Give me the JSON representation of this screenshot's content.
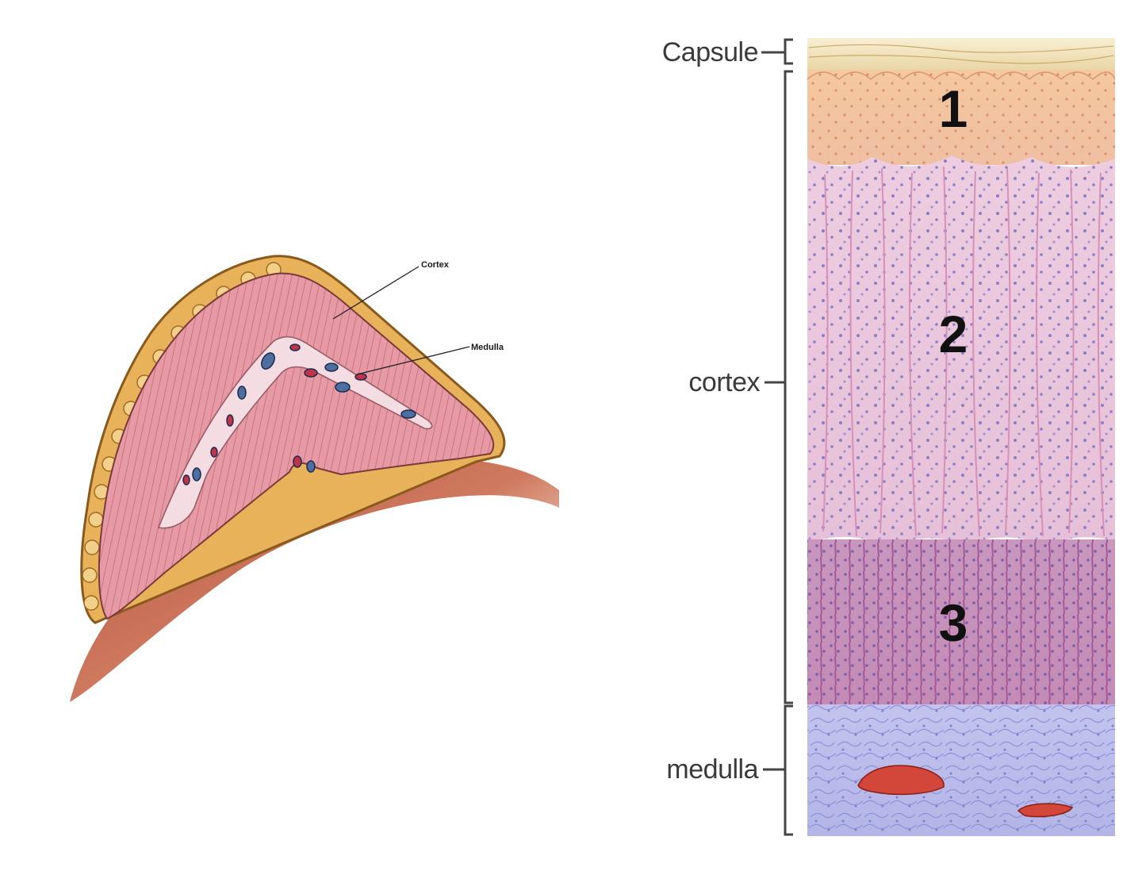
{
  "left_figure": {
    "label_cortex": "Cortex",
    "label_medulla": "Medulla"
  },
  "right_figure": {
    "label_capsule": "Capsule",
    "label_cortex": "cortex",
    "label_medulla": "medulla",
    "zones": [
      "1",
      "2",
      "3"
    ]
  },
  "colors": {
    "capsule": "#f2e2b8",
    "zone1": "#f2c49e",
    "zone2": "#ecc8dc",
    "zone3": "#c78fb8",
    "medulla": "#b9b9e8",
    "vessel": "#d2473a",
    "gland_cortex": "#e0899a",
    "gland_capsule": "#e7b25a",
    "kidney": "#c76d55"
  }
}
